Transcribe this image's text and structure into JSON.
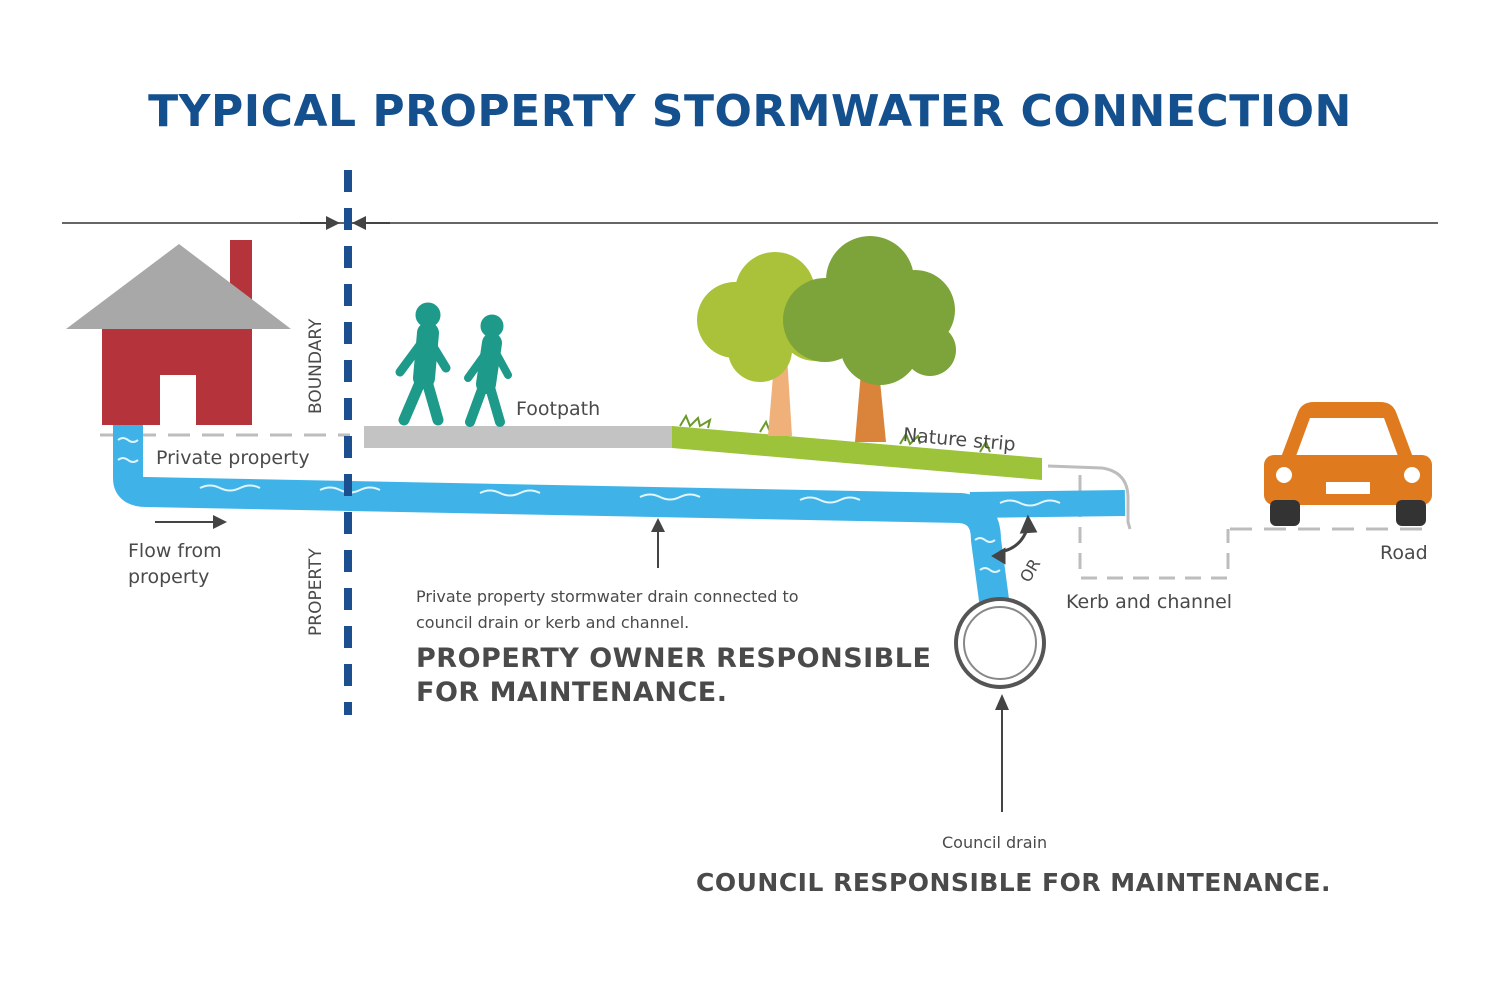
{
  "title": "TYPICAL PROPERTY STORMWATER CONNECTION",
  "boundary": {
    "upper": "BOUNDARY",
    "lower": "PROPERTY"
  },
  "labels": {
    "footpath": "Footpath",
    "nature_strip": "Nature strip",
    "private_property": "Private property",
    "flow_line1": "Flow from",
    "flow_line2": "property",
    "or": "OR",
    "road": "Road",
    "kerb": "Kerb and channel"
  },
  "owner_note": {
    "line1": "Private property stormwater drain connected to",
    "line2": "council drain or kerb and channel.",
    "resp1": "PROPERTY OWNER RESPONSIBLE",
    "resp2": "FOR MAINTENANCE."
  },
  "council_note": {
    "label": "Council drain",
    "resp": "COUNCIL RESPONSIBLE FOR MAINTENANCE."
  },
  "colors": {
    "title": "#15508e",
    "boundary": "#1b4f8f",
    "water": "#3fb3e8",
    "house": "#b5333a",
    "roof": "#a8a8a8",
    "people": "#1e9a8a",
    "car": "#e07a1f",
    "grass": "#9cc33a",
    "tree_light": "#a9c23a",
    "tree_dark": "#7da33b"
  },
  "icons": [
    "house-icon",
    "pedestrians-icon",
    "trees-icon",
    "car-icon",
    "council-drain-pipe-icon"
  ]
}
